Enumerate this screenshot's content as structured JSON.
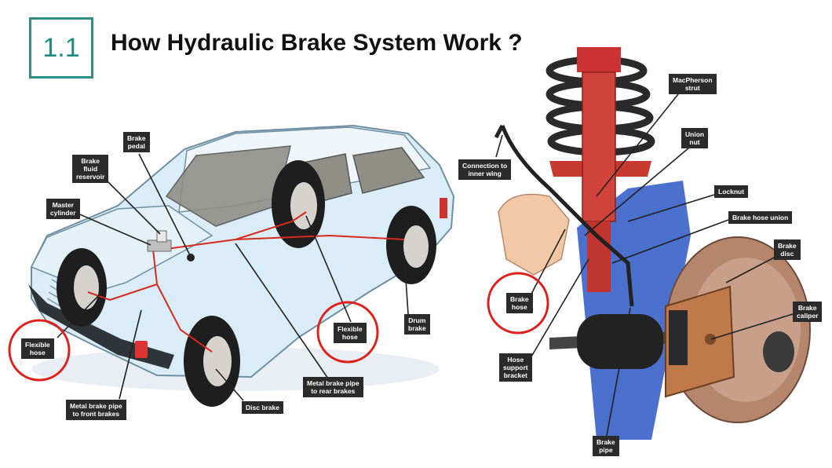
{
  "header": {
    "number": "1.1",
    "title": "How Hydraulic Brake System Work ?"
  },
  "colors": {
    "accent": "#2f8f85",
    "circle": "#e0201c",
    "brake_line": "#d62a1f",
    "label_bg": "#2b2b2b"
  },
  "car_labels": {
    "brake_pedal": "Brake\npedal",
    "fluid_reservoir": "Brake\nfluid\nreservoir",
    "master_cylinder": "Master\ncylinder",
    "flexible_hose_front": "Flexible\nhose",
    "flexible_hose_rear": "Flexible\nhose",
    "metal_pipe_front": "Metal brake pipe\nto front brakes",
    "disc_brake": "Disc brake",
    "metal_pipe_rear": "Metal brake pipe\nto rear brakes",
    "drum_brake": "Drum\nbrake"
  },
  "suspension_labels": {
    "macpherson_strut": "MacPherson\nstrut",
    "union_nut": "Union\nnut",
    "connection_inner_wing": "Connection to\ninner wing",
    "locknut": "Locknut",
    "brake_hose_union": "Brake hose union",
    "brake_disc": "Brake\ndisc",
    "brake_hose": "Brake\nhose",
    "brake_caliper": "Brake\ncaliper",
    "hose_support_bracket": "Hose\nsupport\nbracket",
    "brake_pipe": "Brake\npipe"
  }
}
